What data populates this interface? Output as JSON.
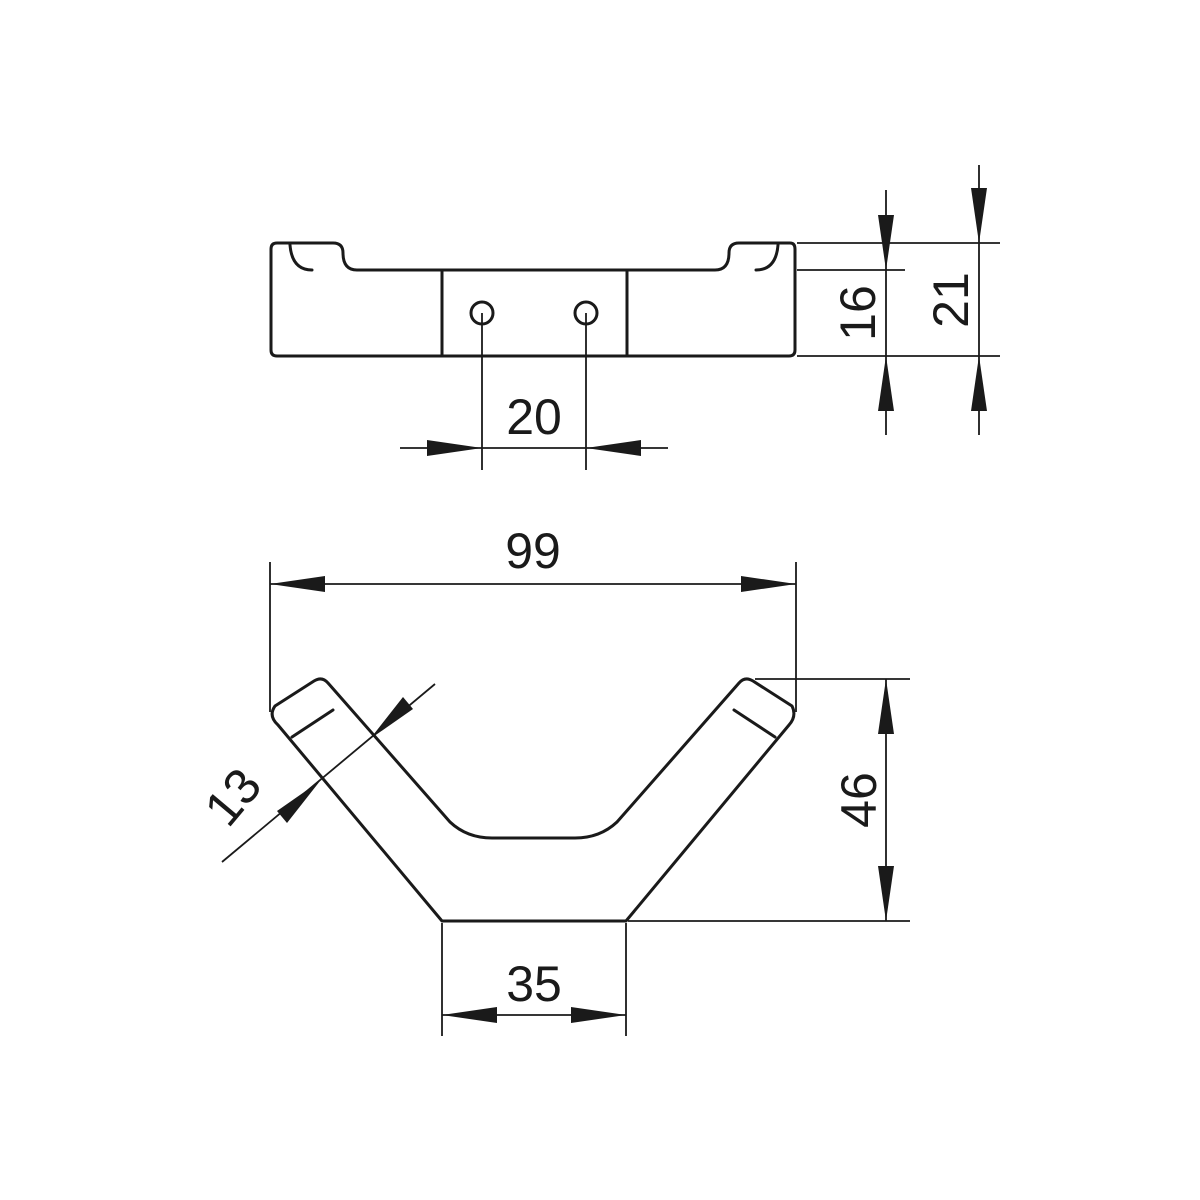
{
  "dimensions": {
    "hole_spacing": "20",
    "inner_height": "16",
    "total_height": "21",
    "overall_width": "99",
    "arm_thickness": "13",
    "depth": "46",
    "base_width": "35"
  }
}
